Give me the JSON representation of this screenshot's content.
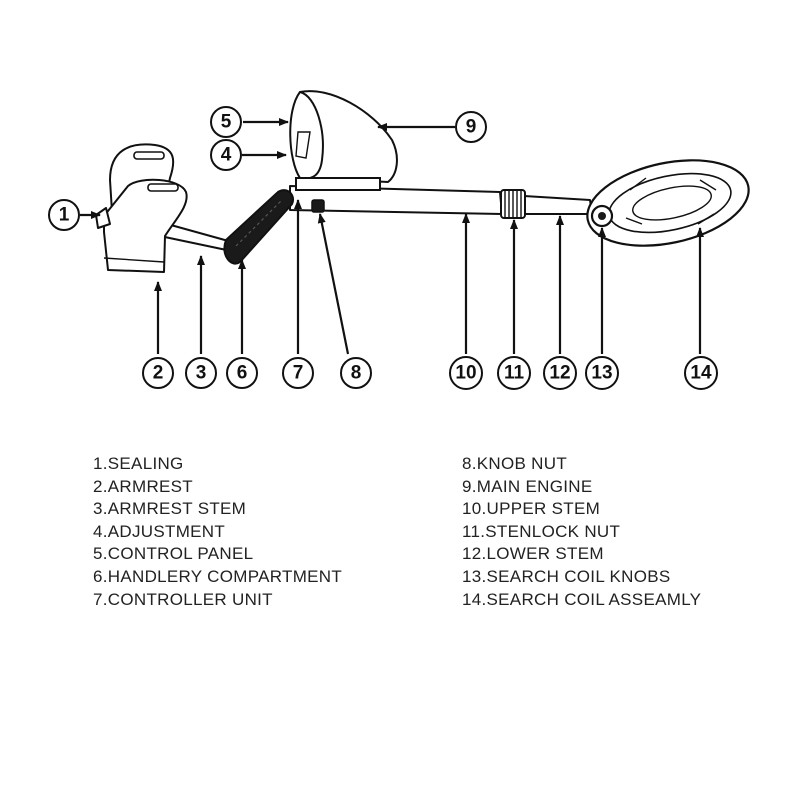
{
  "callouts": [
    "1",
    "2",
    "3",
    "4",
    "5",
    "6",
    "7",
    "8",
    "9",
    "10",
    "11",
    "12",
    "13",
    "14"
  ],
  "legend_left": [
    "1.SEALING",
    "2.ARMREST",
    "3.ARMREST STEM",
    "4.ADJUSTMENT",
    "5.CONTROL PANEL",
    "6.HANDLERY COMPARTMENT",
    "7.CONTROLLER UNIT"
  ],
  "legend_right": [
    "8.KNOB NUT",
    "9.MAIN ENGINE",
    "10.UPPER STEM",
    "11.STENLOCK NUT",
    "12.LOWER STEM",
    "13.SEARCH COIL KNOBS",
    "14.SEARCH COIL ASSEAMLY"
  ]
}
